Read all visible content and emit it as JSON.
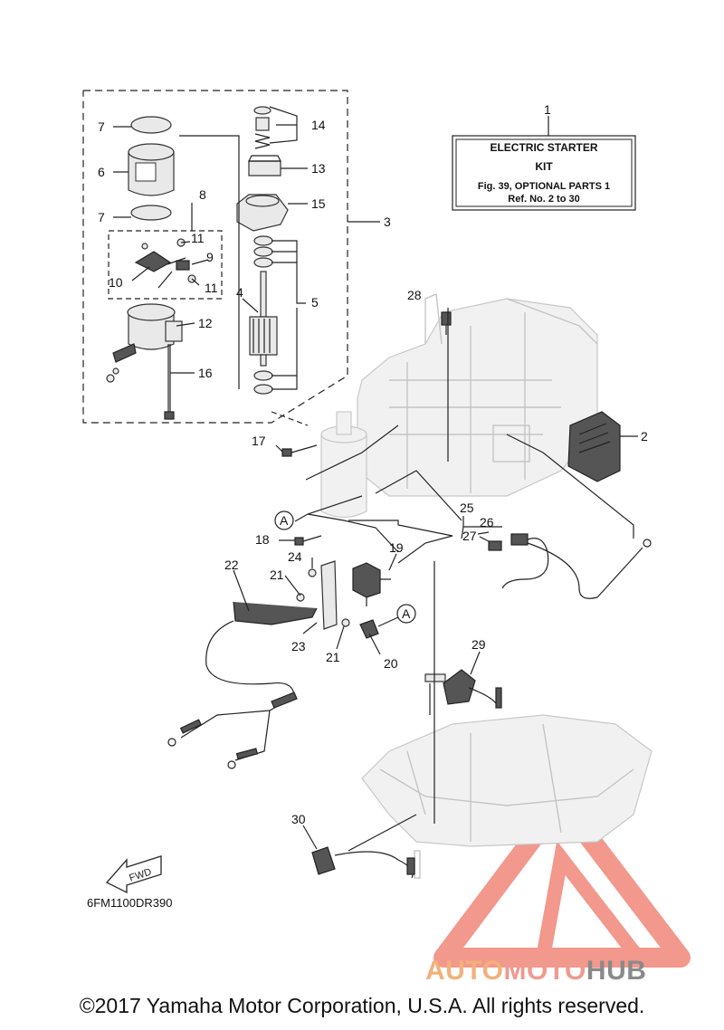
{
  "kit_box": {
    "title": "ELECTRIC STARTER",
    "subtitle": "KIT",
    "fig_ref": "Fig. 39, OPTIONAL PARTS 1",
    "ref_no": "Ref. No. 2 to 30"
  },
  "callouts": {
    "c1": "1",
    "c2": "2",
    "c3": "3",
    "c4": "4",
    "c5": "5",
    "c6": "6",
    "c7a": "7",
    "c7b": "7",
    "c8": "8",
    "c9": "9",
    "c10": "10",
    "c11a": "11",
    "c11b": "11",
    "c12": "12",
    "c13": "13",
    "c14": "14",
    "c15": "15",
    "c16": "16",
    "c17": "17",
    "c18": "18",
    "c19": "19",
    "c20": "20",
    "c21a": "21",
    "c21b": "21",
    "c22": "22",
    "c23": "23",
    "c24": "24",
    "c25": "25",
    "c26": "26",
    "c27": "27",
    "c28": "28",
    "c29": "29",
    "c30": "30"
  },
  "markers": {
    "a1": "A",
    "a2": "A"
  },
  "fwd_label": "FWD",
  "diagram_code": "6FM1100DR390",
  "watermark": {
    "auto": "AUTO",
    "moto": "MOTO",
    "hub": "HUB"
  },
  "copyright": "©2017 Yamaha Motor Corporation, U.S.A. All rights reserved."
}
